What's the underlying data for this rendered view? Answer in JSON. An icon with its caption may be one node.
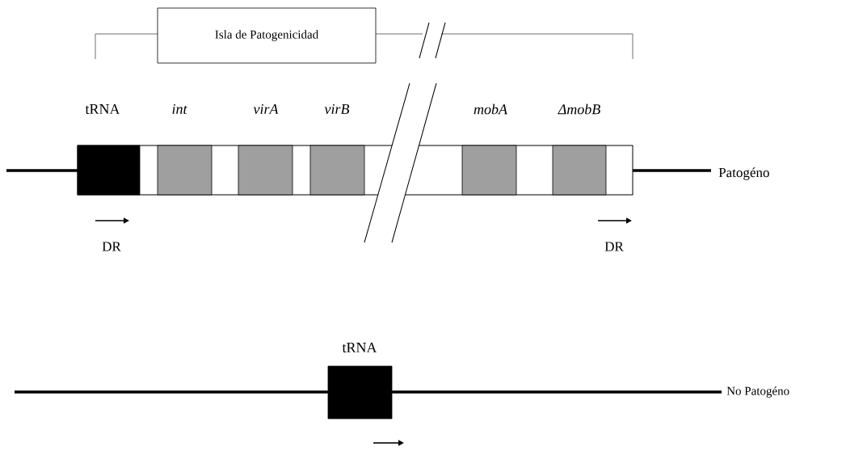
{
  "diagram": {
    "nodes": [
      {
        "text": [
          "Isla de Patogenicidad"
        ]
      },
      {
        "text": [
          "tRNA"
        ]
      },
      {
        "text": [
          "int"
        ]
      },
      {
        "text": [
          "virA"
        ]
      },
      {
        "text": [
          "virB"
        ]
      },
      {
        "text": [
          "mobA"
        ]
      },
      {
        "text": [
          "ΔmobB"
        ]
      },
      {
        "text": [
          "tRNA"
        ]
      }
    ],
    "labels": [
      "Patogéno",
      "DR",
      "DR",
      "No Patogéno"
    ]
  }
}
